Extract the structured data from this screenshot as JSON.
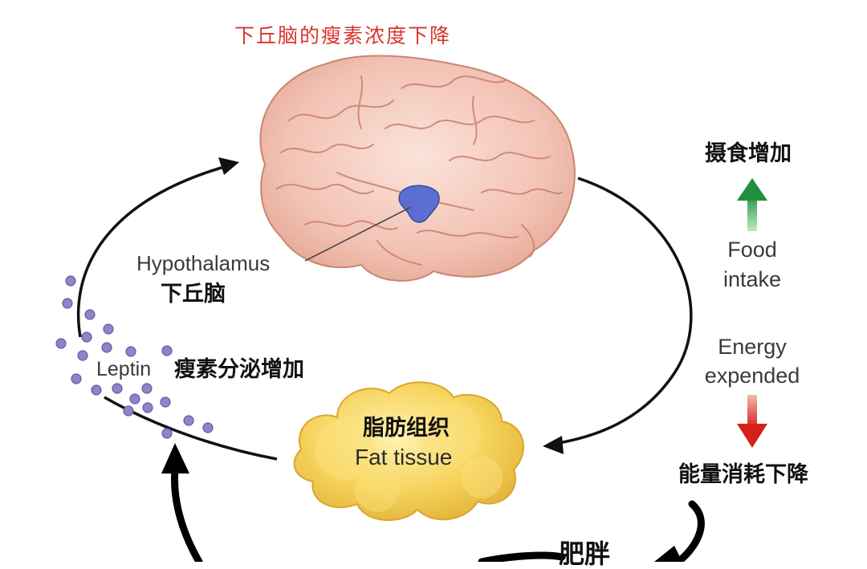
{
  "title": "下丘脑的瘦素浓度下降",
  "hypothalamus": {
    "en": "Hypothalamus",
    "zh": "下丘脑"
  },
  "leptin": {
    "en": "Leptin",
    "zh": "瘦素分泌增加"
  },
  "fat_tissue": {
    "zh": "脂肪组织",
    "en": "Fat tissue"
  },
  "food_intake": {
    "zh": "摄食增加",
    "en_line1": "Food",
    "en_line2": "intake"
  },
  "energy": {
    "en_line1": "Energy",
    "en_line2": "expended",
    "zh": "能量消耗下降"
  },
  "obesity": "肥胖",
  "colors": {
    "title": "#d9362b",
    "brain": "#f2c2b4",
    "hypothalamus": "#5a6fd0",
    "fat": "#f6d35c",
    "leptin_dots": "#8b86c8",
    "arrow_up": "#2e9a4a",
    "arrow_down": "#d92a22"
  },
  "icons": [
    "brain-illustration",
    "fat-tissue-blob",
    "leptin-molecules",
    "green-up-arrow",
    "red-down-arrow"
  ]
}
